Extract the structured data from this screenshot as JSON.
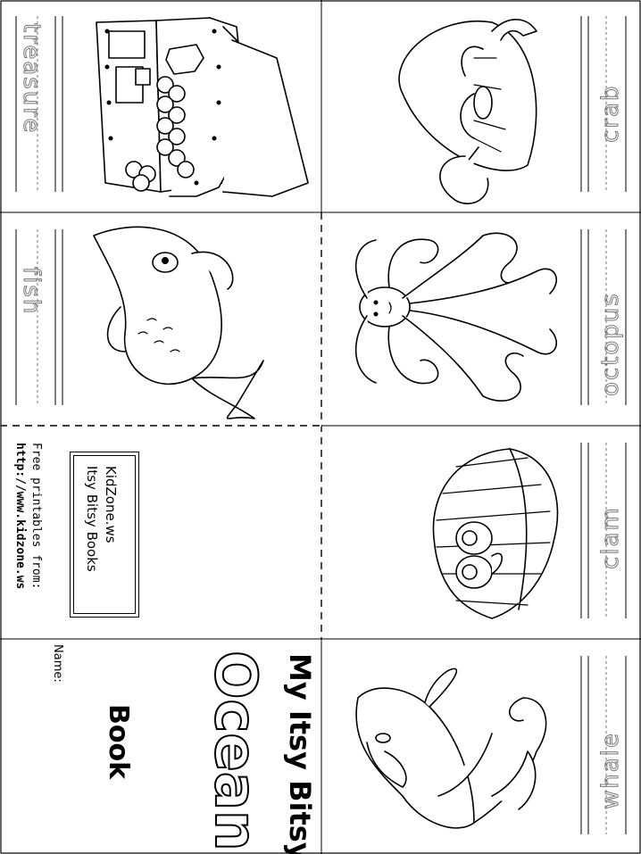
{
  "panels": {
    "treasure": {
      "word": "treasure"
    },
    "fish": {
      "word": "fish"
    },
    "crab": {
      "word": "crab"
    },
    "octopus": {
      "word": "octopus"
    },
    "clam": {
      "word": "clam"
    },
    "whale": {
      "word": "whale"
    }
  },
  "credit": {
    "brand": "KidZone.ws",
    "series": "Itsy Bitsy Books",
    "free_line": "Free printables from:",
    "url": "http://www.kidzone.ws"
  },
  "cover": {
    "line1": "My Itsy Bitsy",
    "line2": "Ocean",
    "line3": "Book",
    "name_label": "Name:"
  }
}
